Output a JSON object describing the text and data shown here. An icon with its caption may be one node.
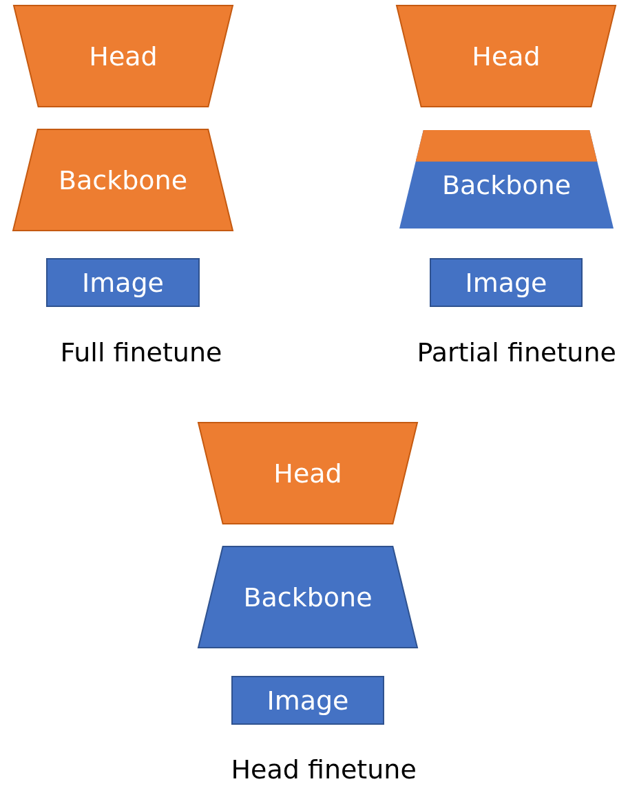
{
  "diagram": {
    "nodes": [
      {
        "text": [
          "Head"
        ]
      },
      {
        "text": [
          "Backbone"
        ]
      },
      {
        "text": [
          "Image"
        ]
      },
      {
        "text": [
          "Head"
        ]
      },
      {
        "text": [
          "Backbone"
        ]
      },
      {
        "text": [
          "Image"
        ]
      },
      {
        "text": [
          "Head"
        ]
      },
      {
        "text": [
          "Backbone"
        ]
      },
      {
        "text": [
          "Image"
        ]
      }
    ],
    "edges": [],
    "labels": [
      "Full finetune",
      "Partial finetune",
      "Head finetune"
    ]
  }
}
